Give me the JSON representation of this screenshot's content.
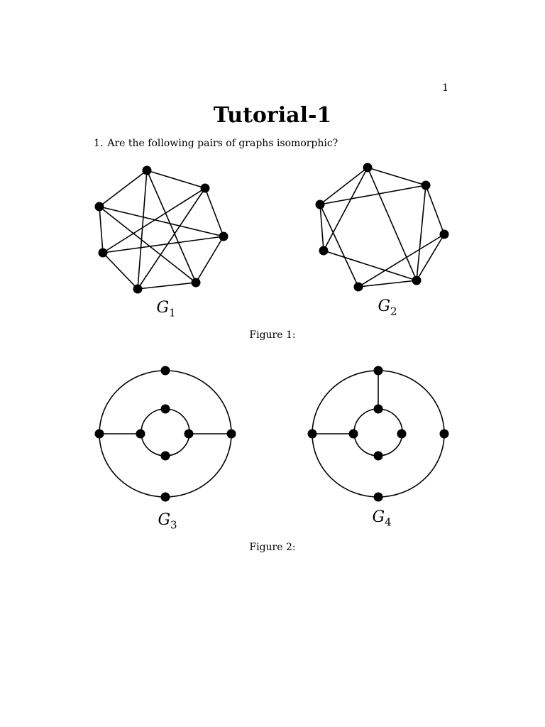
{
  "page_number": "1",
  "title": "Tutorial-1",
  "question": {
    "number": "1.",
    "text": "Are the following pairs of graphs isomorphic?"
  },
  "figure1": {
    "caption": "Figure 1:",
    "g1": {
      "letter": "G",
      "sub": "1"
    },
    "g2": {
      "letter": "G",
      "sub": "2"
    }
  },
  "figure2": {
    "caption": "Figure 2:",
    "g3": {
      "letter": "G",
      "sub": "3"
    },
    "g4": {
      "letter": "G",
      "sub": "4"
    }
  }
}
